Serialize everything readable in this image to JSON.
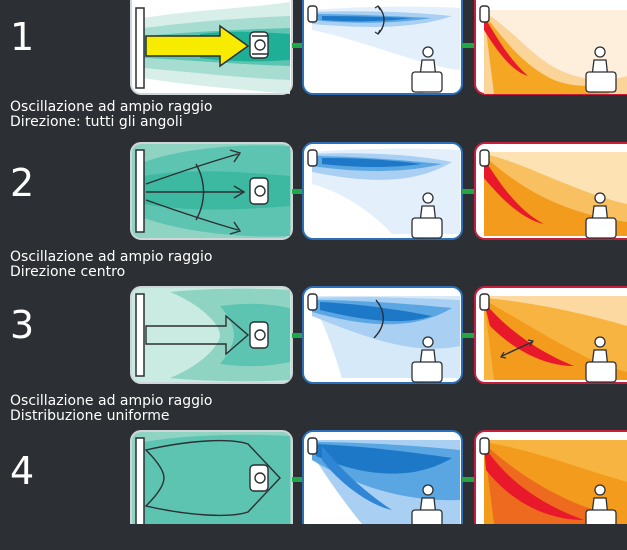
{
  "modes": [
    {
      "number": "1",
      "caption_lines": []
    },
    {
      "number": "2",
      "caption_lines": [
        "Oscillazione ad ampio raggio",
        "Direzione: tutti gli angoli"
      ]
    },
    {
      "number": "3",
      "caption_lines": [
        "Oscillazione ad ampio raggio",
        "Direzione centro"
      ]
    },
    {
      "number": "4",
      "caption_lines": [
        "Oscillazione ad ampio raggio",
        "Distribuzione uniforme"
      ]
    }
  ],
  "colors": {
    "background": "#2c2f33",
    "connector": "#1fa84a",
    "airflow_teal": "#1fae96",
    "airflow_blue": "#1e78c8",
    "heat_red": "#e8192a",
    "heat_orange": "#f5a623",
    "arrow_yellow": "#f7ec00",
    "panel_border_blue": "#2a6fb8",
    "panel_border_red": "#c81e3c"
  },
  "icons": [
    "air-conditioner-icon",
    "seated-person-icon",
    "swing-arrow-icon",
    "airflow-arrow-icon"
  ]
}
